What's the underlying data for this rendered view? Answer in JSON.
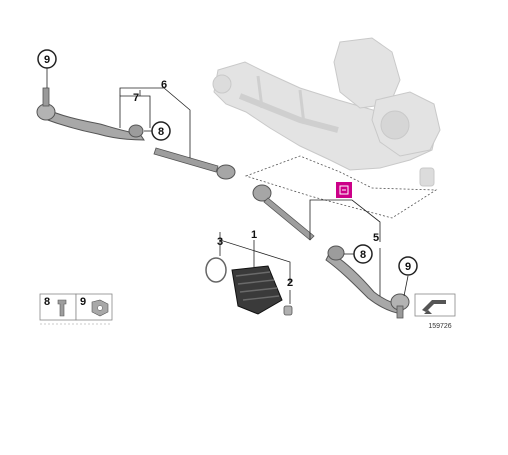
{
  "diagram_number": "159726",
  "callouts": {
    "c1": "1",
    "c2": "2",
    "c3": "3",
    "c5": "5",
    "c6": "6",
    "c7": "7",
    "c8_left": "8",
    "c8_right": "8",
    "c9_left": "9",
    "c9_right": "9"
  },
  "legend": {
    "item_a": "8",
    "item_b": "9"
  },
  "colors": {
    "marker": "#cc0088",
    "line": "#222222",
    "ghost_part": "#d9d9d9",
    "part": "#9a9a9a"
  },
  "icons": [
    "warning-marker-icon",
    "arrow-reference-icon"
  ]
}
